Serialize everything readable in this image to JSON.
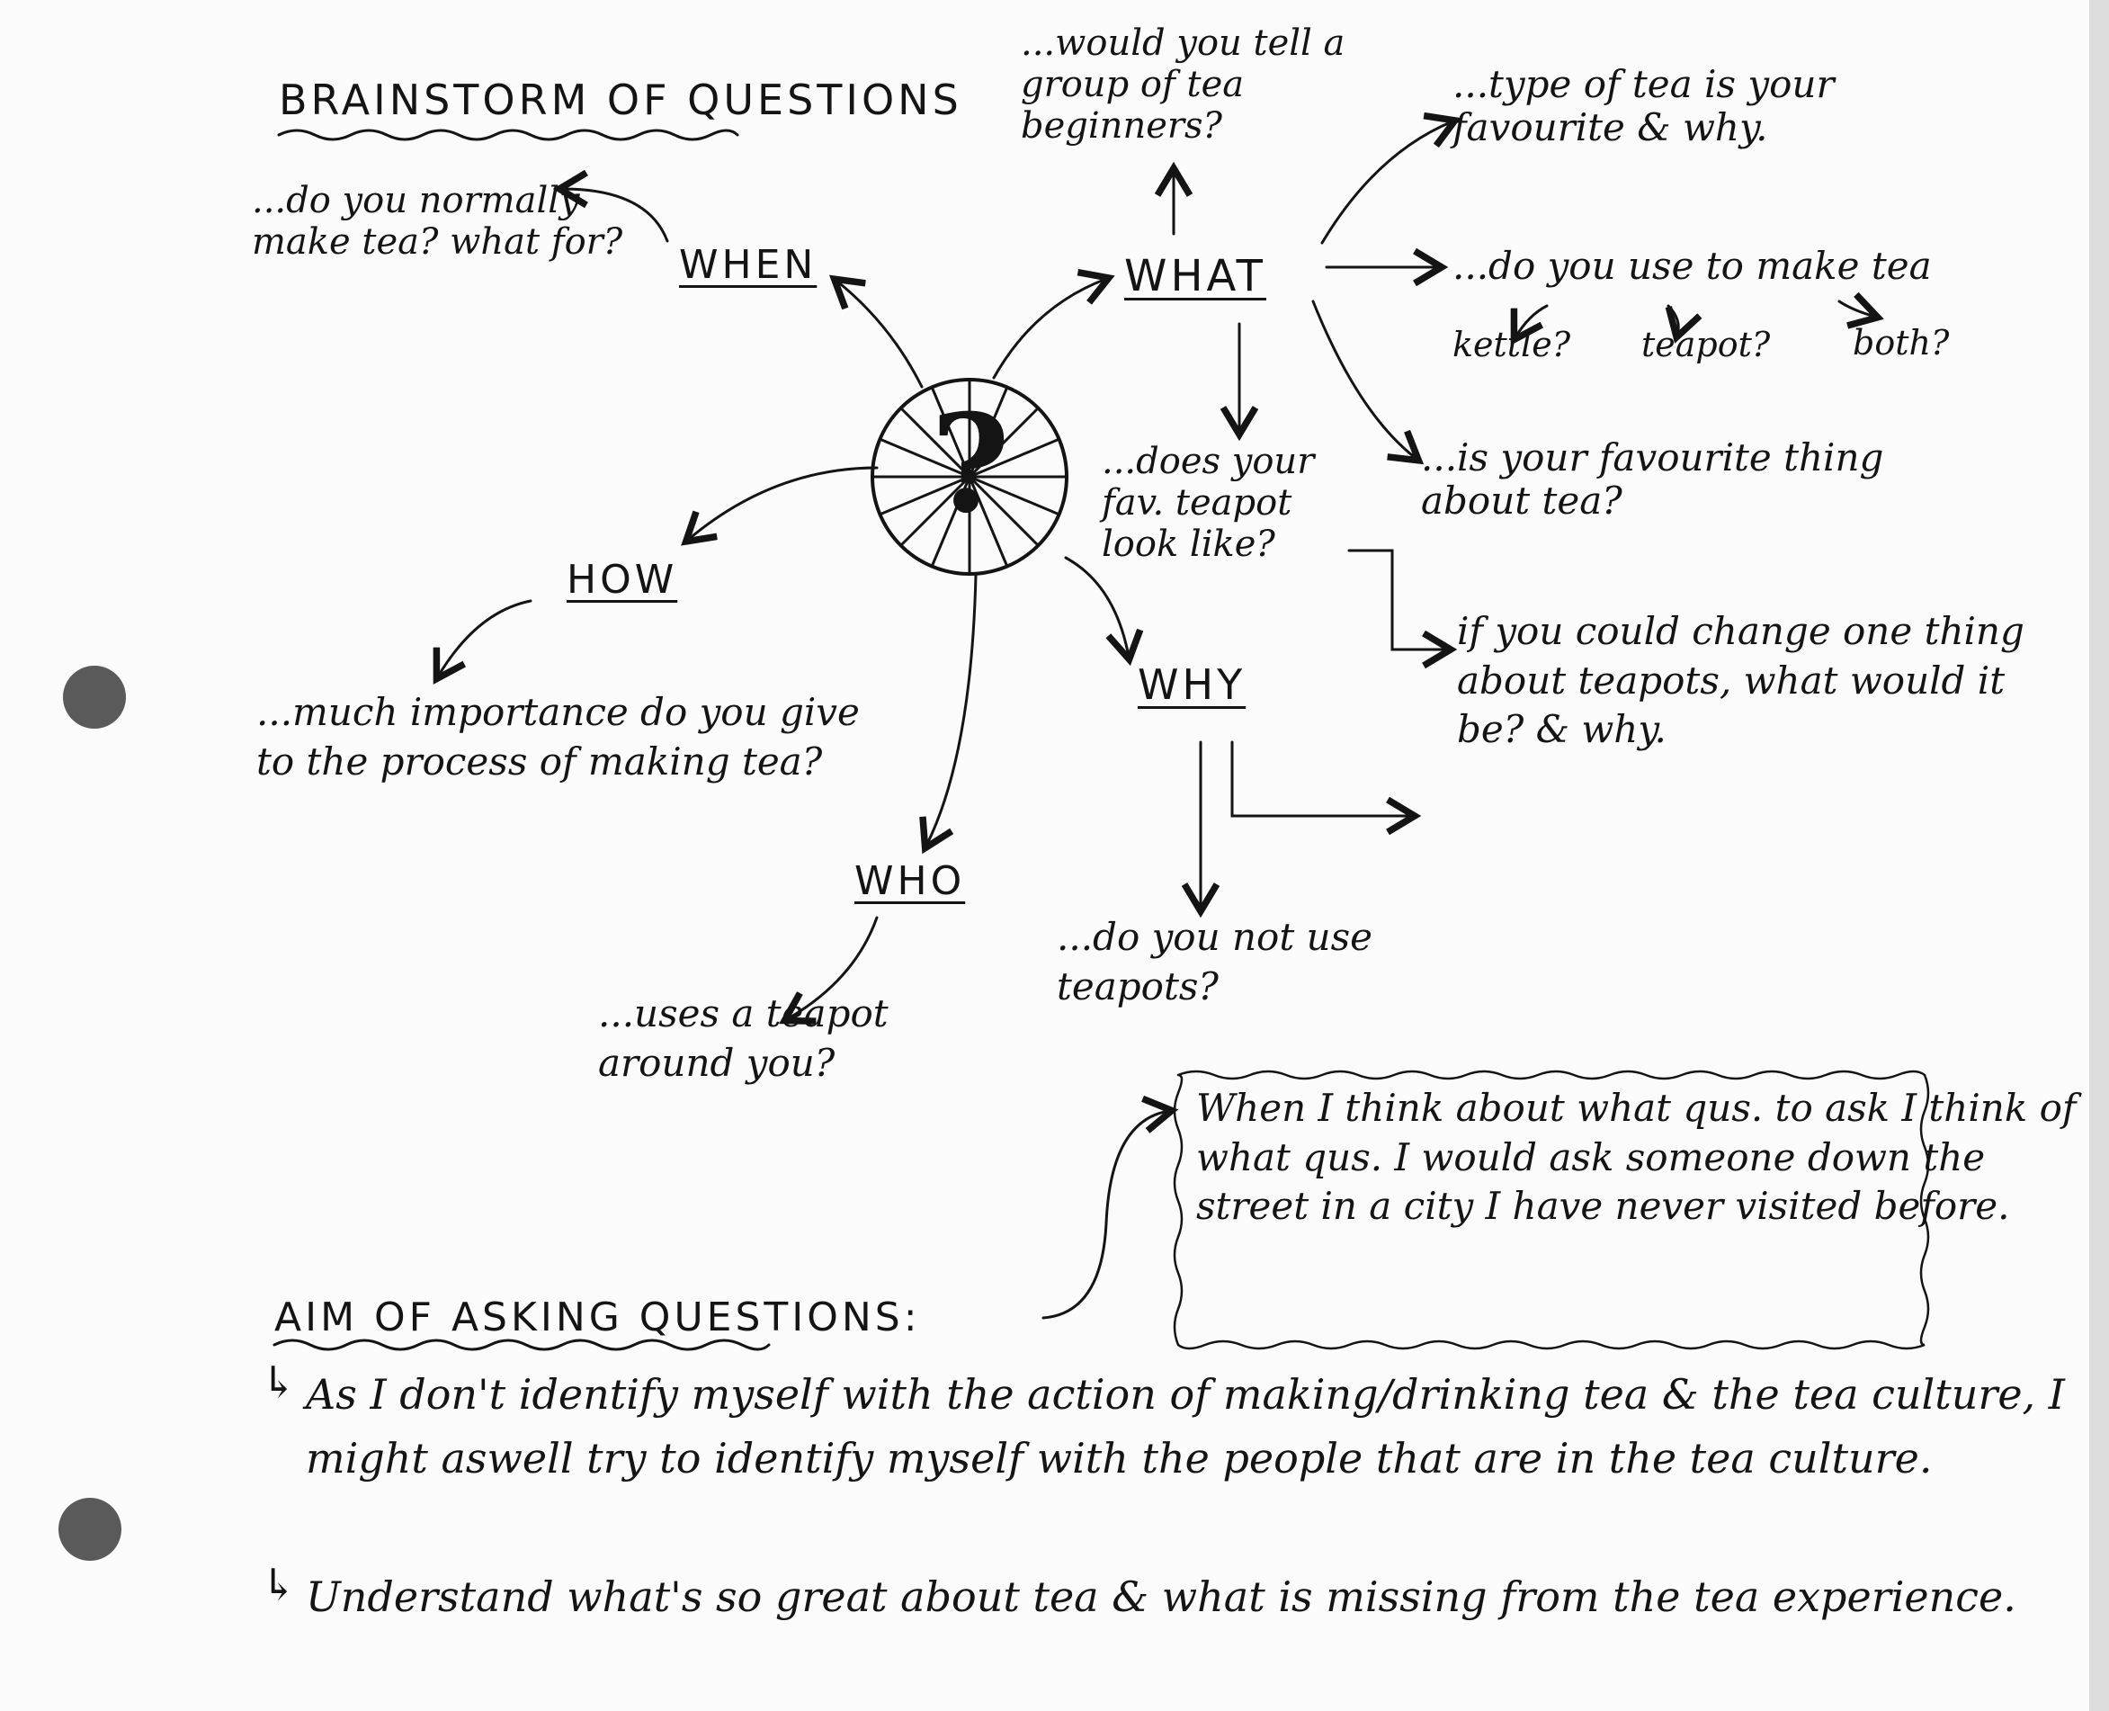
{
  "title": "BRAINSTORM OF QUESTIONS",
  "center_symbol": "?",
  "branches": {
    "when": {
      "label": "WHEN",
      "questions": [
        "...do you normally make tea? what for?"
      ]
    },
    "what": {
      "label": "WHAT",
      "questions": [
        "...would you tell a group of tea beginners?",
        "...type of tea is your favourite & why.",
        "...do you use to make tea",
        "...is your favourite thing about tea?",
        "...does your fav. teapot look like?"
      ],
      "options": [
        "kettle?",
        "teapot?",
        "both?"
      ],
      "followup": "if you could change one thing about teapots, what would it be? & why."
    },
    "how": {
      "label": "HOW",
      "questions": [
        "...much importance do you give to the process of making tea?"
      ]
    },
    "who": {
      "label": "WHO",
      "questions": [
        "...uses a teapot around you?"
      ]
    },
    "why": {
      "label": "WHY",
      "questions": [
        "...do you not use teapots?"
      ]
    }
  },
  "note_box": "When I think about what qus. to ask I think of what qus. I would ask someone down the street in a city I have never visited before.",
  "aim": {
    "heading": "AIM OF ASKING QUESTIONS:",
    "points": [
      "As I don't identify myself with the action of making/drinking tea & the tea culture, I might aswell try to identify myself with the people that are in the tea culture.",
      "Understand what's so great about tea & what is missing from the tea experience."
    ]
  },
  "colors": {
    "ink": "#141414",
    "paper": "#fbfbfb",
    "punch_hole": "#5a5a5a"
  }
}
